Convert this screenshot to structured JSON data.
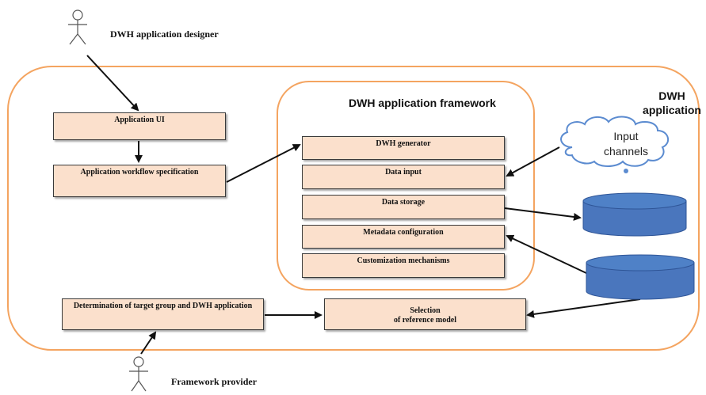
{
  "actors": {
    "designer": "DWH application designer",
    "provider": "Framework provider"
  },
  "outer_title_line1": "DWH",
  "outer_title_line2": "application",
  "framework_title": "DWH application framework",
  "left_boxes": {
    "app_ui": "Application UI",
    "workflow": "Application workflow specification"
  },
  "framework_boxes": [
    "DWH generator",
    "Data input",
    "Data storage",
    "Metadata configuration",
    "Customization mechanisms"
  ],
  "bottom_boxes": {
    "target_group": "Determination  of target group and DWH application",
    "reference_line1": "Selection",
    "reference_line2": "of reference  model"
  },
  "cloud_label_line1": "Input",
  "cloud_label_line2": "channels",
  "colors": {
    "outer_border": "#f4a460",
    "box_fill": "#fbe0cc",
    "cylinder_fill": "#4a76bd",
    "cloud_border": "#5b8bd0"
  }
}
